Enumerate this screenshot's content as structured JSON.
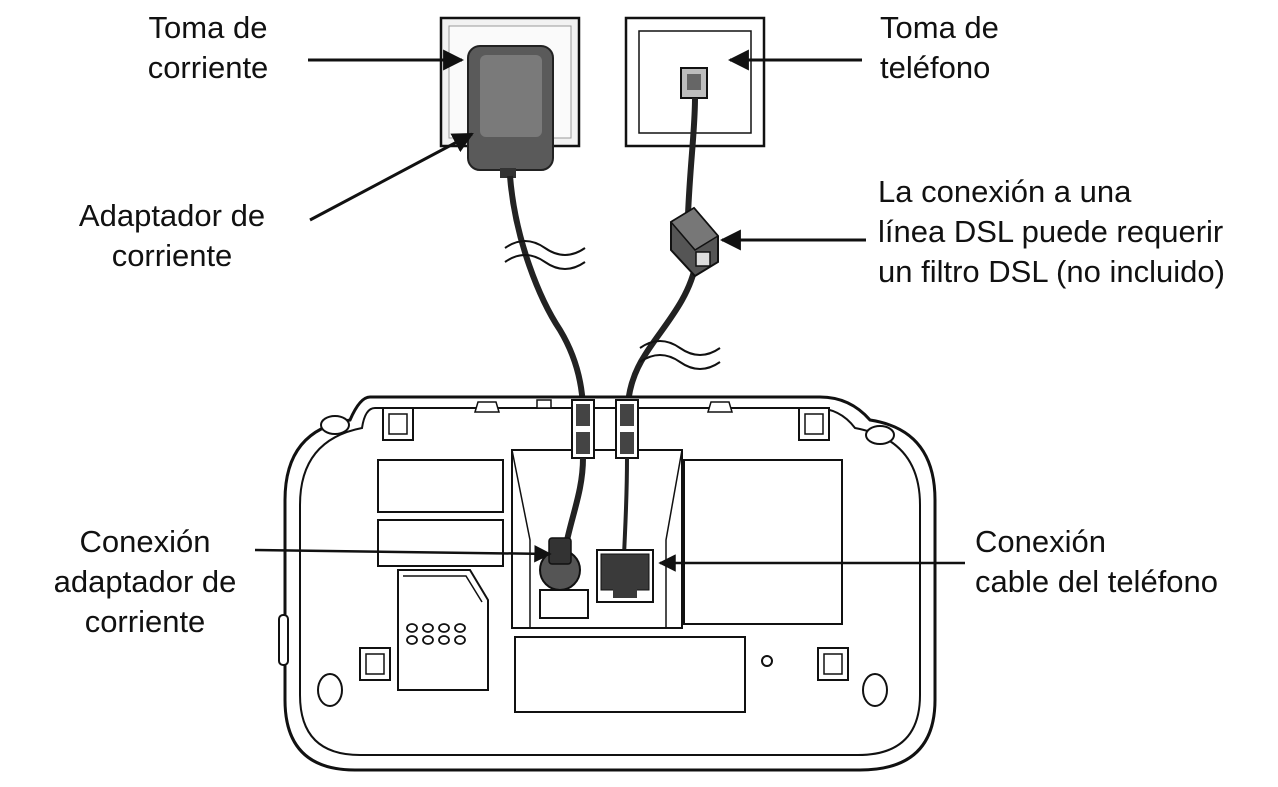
{
  "labels": {
    "toma_corriente": [
      "Toma de",
      "corriente"
    ],
    "toma_telefono": [
      "Toma de",
      "teléfono"
    ],
    "adaptador": [
      "Adaptador de",
      "corriente"
    ],
    "dsl": [
      "La conexión a una",
      "línea DSL puede requerir",
      "un filtro DSL (no incluido)"
    ],
    "conexion_adaptador": [
      "Conexión",
      "adaptador de",
      "corriente"
    ],
    "conexion_cable": [
      "Conexión",
      "cable del teléfono"
    ]
  },
  "colors": {
    "line": "#111111",
    "adapter_dark": "#555555",
    "adapter_face": "#6e6e6e",
    "outlet_fill": "#f2f2f2",
    "cable": "#222222"
  }
}
